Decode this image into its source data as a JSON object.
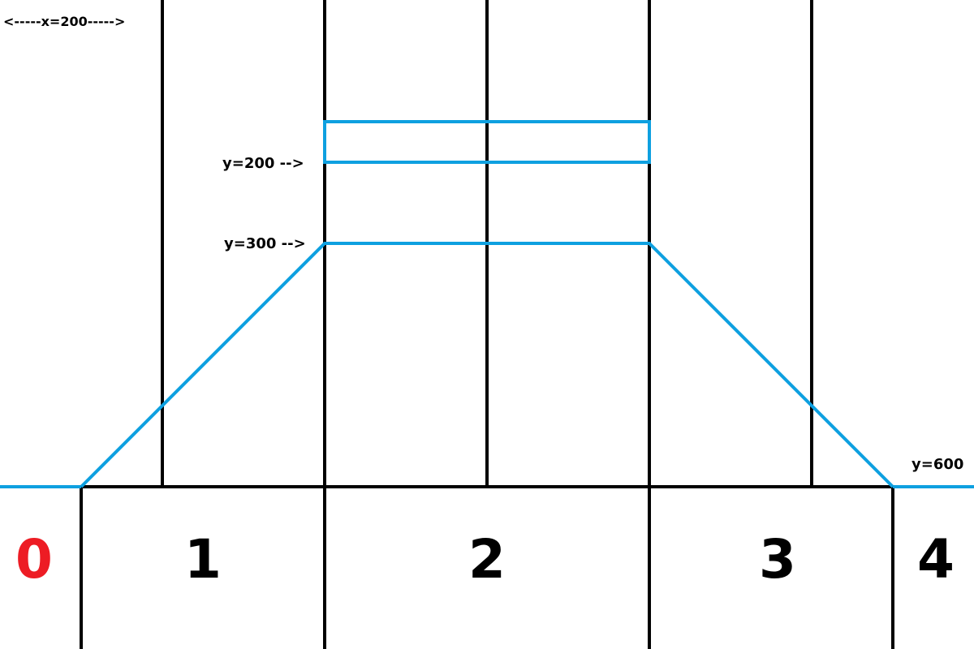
{
  "labels": {
    "x_measure": "<-----x=200----->",
    "y200": "y=200 -->",
    "y300": "y=300 -->",
    "y600": "y=600"
  },
  "zones": [
    {
      "label": "0",
      "color": "#ed1c24"
    },
    {
      "label": "1",
      "color": "#000000"
    },
    {
      "label": "2",
      "color": "#000000"
    },
    {
      "label": "3",
      "color": "#000000"
    },
    {
      "label": "4",
      "color": "#000000"
    }
  ],
  "colors": {
    "grid_lines": "#000000",
    "shape_lines": "#0ea0e0"
  }
}
